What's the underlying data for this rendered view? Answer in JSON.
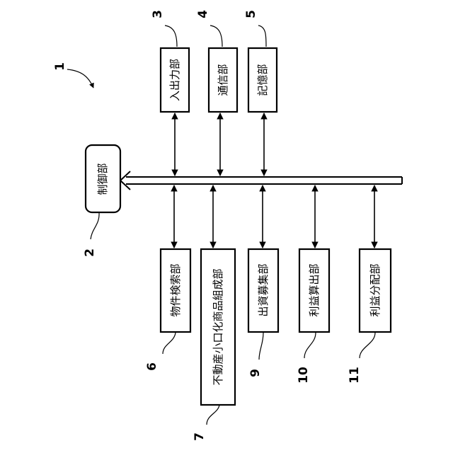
{
  "system": {
    "ref": "1"
  },
  "control": {
    "ref": "2",
    "label": "制御部"
  },
  "top_units": [
    {
      "ref": "3",
      "label": "入出力部"
    },
    {
      "ref": "4",
      "label": "通信部"
    },
    {
      "ref": "5",
      "label": "記憶部"
    }
  ],
  "bottom_units": [
    {
      "ref": "6",
      "label": "物件検索部"
    },
    {
      "ref": "7",
      "label": "不動産小口化商品組成部"
    },
    {
      "ref": "9",
      "label": "出資募集部"
    },
    {
      "ref": "10",
      "label": "利益算出部"
    },
    {
      "ref": "11",
      "label": "利益分配部"
    }
  ],
  "colors": {
    "line": "#000000",
    "background": "#ffffff"
  }
}
